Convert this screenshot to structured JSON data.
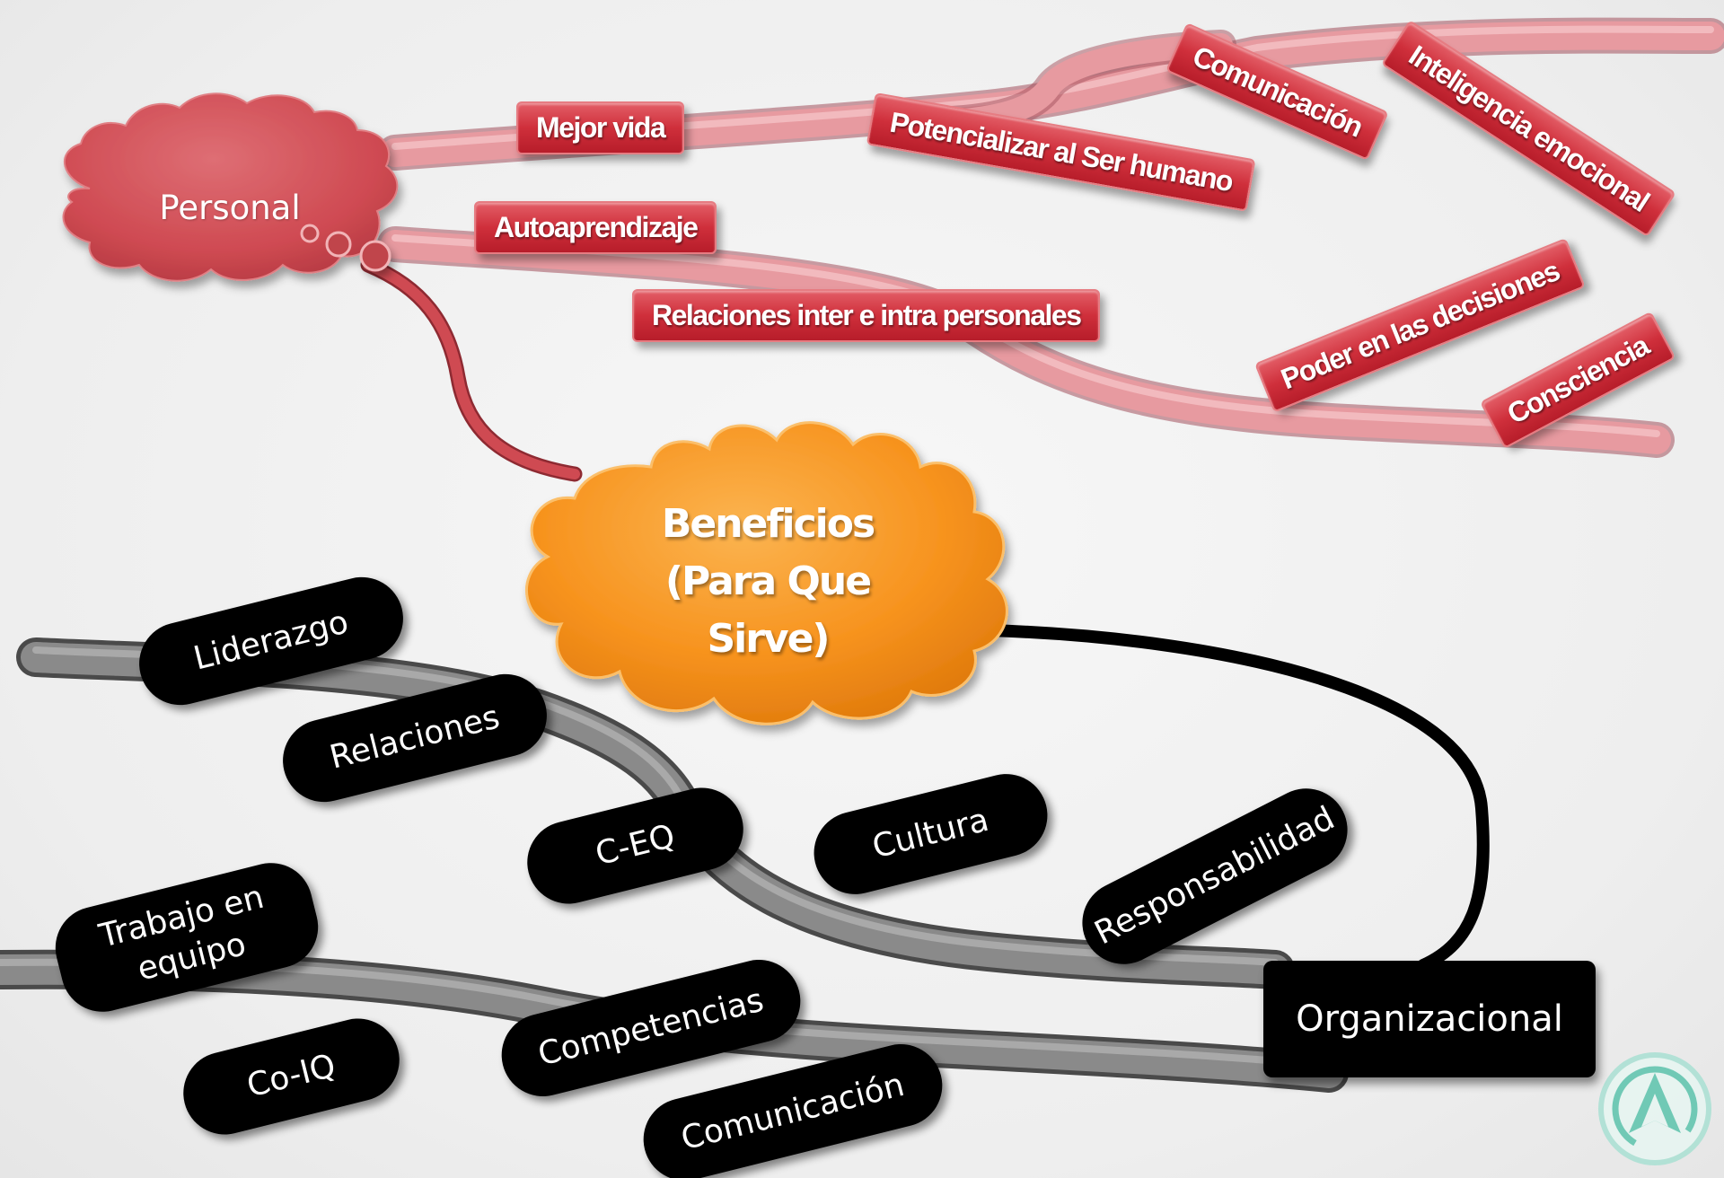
{
  "central": {
    "label": "Beneficios\n(Para Que\nSirve)",
    "color": "#f7931e"
  },
  "personal": {
    "label": "Personal",
    "color": "#cf4a52",
    "items": [
      "Mejor vida",
      "Potencializar al Ser humano",
      "Comunicación",
      "Inteligencia emocional",
      "Autoaprendizaje",
      "Relaciones inter e intra personales",
      "Poder en las decisiones",
      "Consciencia"
    ]
  },
  "organizational": {
    "label": "Organizacional",
    "color": "#000000",
    "items": [
      "Liderazgo",
      "Relaciones",
      "C-EQ",
      "Cultura",
      "Responsabilidad",
      "Trabajo en\nequipo",
      "Competencias",
      "Co-IQ",
      "Comunicación"
    ]
  },
  "logo": {
    "icon": "teal-triangle-logo",
    "color": "#5cc4ad"
  }
}
